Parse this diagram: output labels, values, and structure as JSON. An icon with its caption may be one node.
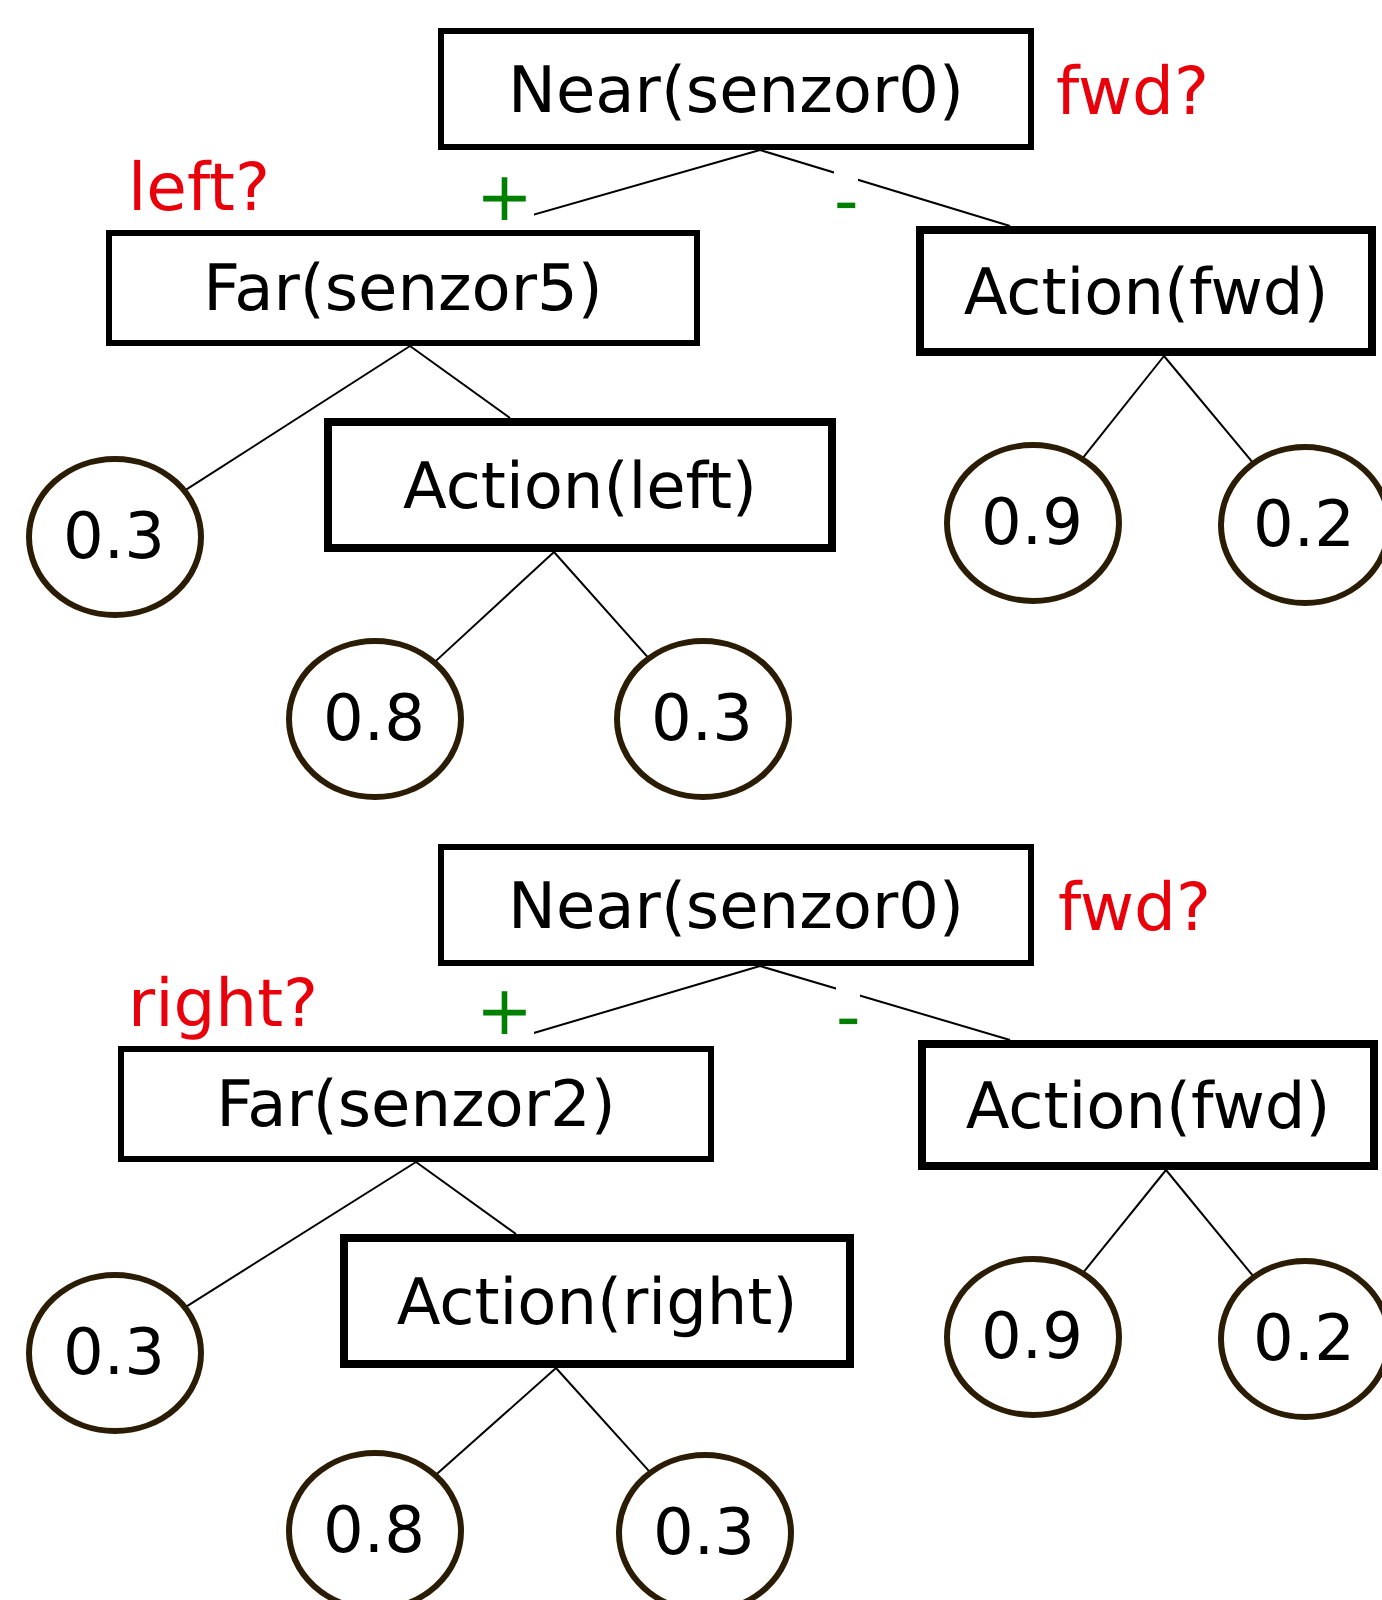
{
  "diagram": {
    "nodes": [
      {
        "text": [
          "Near(senzor0)"
        ],
        "beside": [
          "fwd?"
        ]
      },
      {
        "text": [
          "Far(senzor5)"
        ],
        "beside": [
          "left?"
        ]
      },
      {
        "text": [
          "Action(fwd)"
        ]
      },
      {
        "text": [
          "0.3"
        ]
      },
      {
        "text": [
          "Action(left)"
        ]
      },
      {
        "text": [
          "0.9"
        ]
      },
      {
        "text": [
          "0.2"
        ]
      },
      {
        "text": [
          "0.8"
        ]
      },
      {
        "text": [
          "0.3"
        ]
      },
      {
        "text": [
          "Near(senzor0)"
        ],
        "beside": [
          "fwd?"
        ]
      },
      {
        "text": [
          "Far(senzor2)"
        ],
        "beside": [
          "right?"
        ]
      },
      {
        "text": [
          "Action(fwd)"
        ]
      },
      {
        "text": [
          "0.3"
        ]
      },
      {
        "text": [
          "Action(right)"
        ]
      },
      {
        "text": [
          "0.9"
        ]
      },
      {
        "text": [
          "0.2"
        ]
      },
      {
        "text": [
          "0.8"
        ]
      },
      {
        "text": [
          "0.3"
        ]
      }
    ],
    "edges": [
      {
        "from": 0,
        "to": 1,
        "arrow": "none",
        "label": "+"
      },
      {
        "from": 0,
        "to": 2,
        "arrow": "none",
        "label": "-"
      },
      {
        "from": 1,
        "to": 3,
        "arrow": "none"
      },
      {
        "from": 1,
        "to": 4,
        "arrow": "none"
      },
      {
        "from": 2,
        "to": 5,
        "arrow": "none"
      },
      {
        "from": 2,
        "to": 6,
        "arrow": "none"
      },
      {
        "from": 4,
        "to": 7,
        "arrow": "none"
      },
      {
        "from": 4,
        "to": 8,
        "arrow": "none"
      },
      {
        "from": 9,
        "to": 10,
        "arrow": "none",
        "label": "+"
      },
      {
        "from": 9,
        "to": 11,
        "arrow": "none",
        "label": "-"
      },
      {
        "from": 10,
        "to": 12,
        "arrow": "none"
      },
      {
        "from": 10,
        "to": 13,
        "arrow": "none"
      },
      {
        "from": 11,
        "to": 14,
        "arrow": "none"
      },
      {
        "from": 11,
        "to": 15,
        "arrow": "none"
      },
      {
        "from": 13,
        "to": 16,
        "arrow": "none"
      },
      {
        "from": 13,
        "to": 17,
        "arrow": "none"
      }
    ]
  }
}
